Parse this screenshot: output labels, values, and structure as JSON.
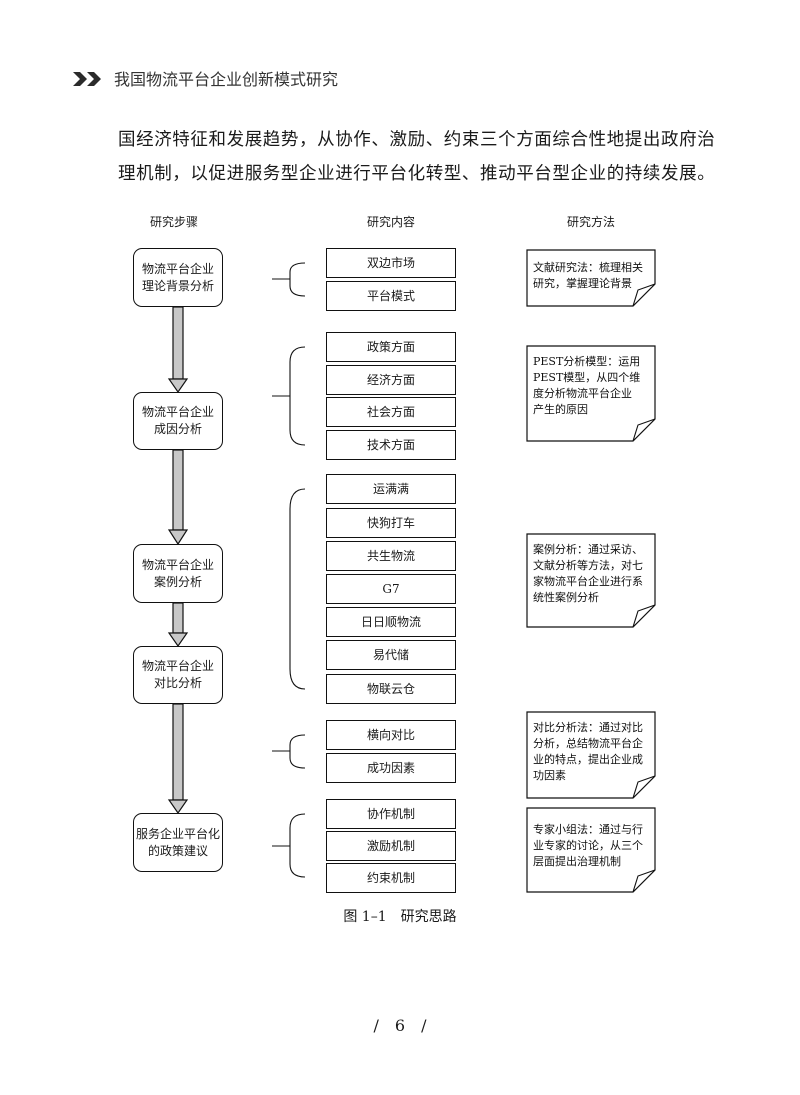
{
  "header": {
    "title": "我国物流平台企业创新模式研究"
  },
  "body_text": {
    "line1": "国经济特征和发展趋势，从协作、激励、约束三个方面综合性地提出政府治",
    "line2": "理机制，以促进服务型企业进行平台化转型、推动平台型企业的持续发展。"
  },
  "diagram": {
    "column_titles": {
      "steps": "研究步骤",
      "content": "研究内容",
      "methods": "研究方法"
    },
    "steps": [
      "物流平台企业\n理论背景分析",
      "物流平台企业\n成因分析",
      "物流平台企业\n案例分析",
      "物流平台企业\n对比分析",
      "服务企业平台化\n的政策建议"
    ],
    "content_items": [
      "双边市场",
      "平台模式",
      "政策方面",
      "经济方面",
      "社会方面",
      "技术方面",
      "运满满",
      "快狗打车",
      "共生物流",
      "G7",
      "日日顺物流",
      "易代储",
      "物联云仓",
      "横向对比",
      "成功因素",
      "协作机制",
      "激励机制",
      "约束机制"
    ],
    "methods": [
      "文献研究法：梳理相关\n研究，掌握理论背景",
      "PEST分析模型：运用\nPEST模型，从四个维\n度分析物流平台企业\n产生的原因",
      "案例分析：通过采访、\n文献分析等方法，对七\n家物流平台企业进行系\n统性案例分析",
      "对比分析法：通过对比\n分析，总结物流平台企\n业的特点，提出企业成\n功因素",
      "专家小组法：通过与行\n业专家的讨论，从三个\n层面提出治理机制"
    ]
  },
  "caption": "图 1–1　研究思路",
  "page_number": "/　6　/"
}
